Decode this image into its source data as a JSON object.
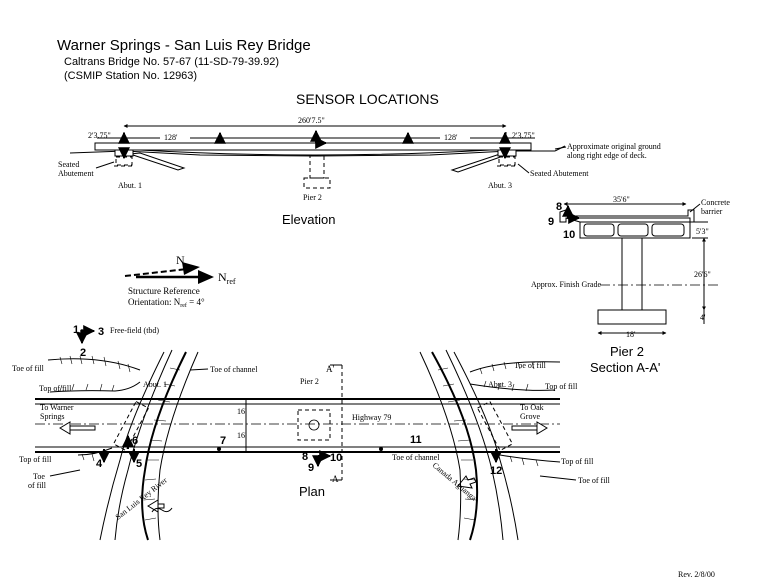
{
  "header": {
    "title": "Warner Springs - San Luis Rey Bridge",
    "bridge_no": "Caltrans Bridge No. 57-67 (11-SD-79-39.92)",
    "station_no": "(CSMIP Station No. 12963)",
    "sensor_heading": "SENSOR LOCATIONS"
  },
  "elevation": {
    "title": "Elevation",
    "dim_total": "260'7.5\"",
    "dim_left_end": "2'3.75\"",
    "dim_left_span": "128'",
    "dim_right_span": "128'",
    "dim_right_end": "2'3.75\"",
    "ground_note_1": "Approximate original ground",
    "ground_note_2": "along right edge of deck.",
    "seated_left_1": "Seated",
    "seated_left_2": "Abutement",
    "seated_right": "Seated Abutement",
    "abut1": "Abut. 1",
    "pier2": "Pier 2",
    "abut3": "Abut. 3"
  },
  "section": {
    "width_dim": "35'6\"",
    "concrete_1": "Concrete",
    "concrete_2": "barrier",
    "depth_dim": "5'3\"",
    "height_dim": "26'6\"",
    "footing_depth": "4'",
    "footing_width": "18'",
    "finish_grade": "Approx. Finish Grade",
    "title_1": "Pier 2",
    "title_2": "Section A-A'",
    "sensor_8": "8",
    "sensor_9": "9",
    "sensor_10": "10"
  },
  "orientation": {
    "n_label": "N",
    "nref_label": "N",
    "nref_sub": "ref",
    "ref_line_1": "Structure Reference",
    "ref_line_2": "Orientation: N",
    "ref_line_2_sub": "ref",
    "ref_line_2_value": " = 4°"
  },
  "plan": {
    "title": "Plan",
    "free_field": "Free-field (tbd)",
    "ff_1": "1",
    "ff_2": "2",
    "ff_3": "3",
    "toe_of_fill_tl": "Toe of fill",
    "top_of_fill_l": "Top of fill",
    "abut1": "Abut. 1",
    "toe_of_channel_l": "Toe of channel",
    "to_warner_1": "To Warner",
    "to_warner_2": "Springs",
    "top_of_fill_bl": "Top of fill",
    "toe_bl_1": "Toe",
    "toe_bl_2": "of fill",
    "san_luis_rey": "San Luis Rey River",
    "a_prime": "A'",
    "a_label": "A",
    "pier2": "Pier 2",
    "dim_16_top": "16'",
    "dim_16_bot": "16'",
    "highway": "Highway 79",
    "toe_of_channel_r": "Toe of channel",
    "canada": "Canada Aguanga",
    "toe_of_fill_tr": "Toe of fill",
    "abut3": "Abut. 3",
    "top_of_fill_r": "Top of fill",
    "to_oak_1": "To Oak",
    "to_oak_2": "Grove",
    "top_of_fill_br": "Top of fill",
    "toe_of_fill_br": "Toe of fill",
    "s4": "4",
    "s5": "5",
    "s6": "6",
    "s7": "7",
    "s8": "8",
    "s9": "9",
    "s10": "10",
    "s11": "11",
    "s12": "12"
  },
  "footer": {
    "revision": "Rev. 2/8/00"
  }
}
